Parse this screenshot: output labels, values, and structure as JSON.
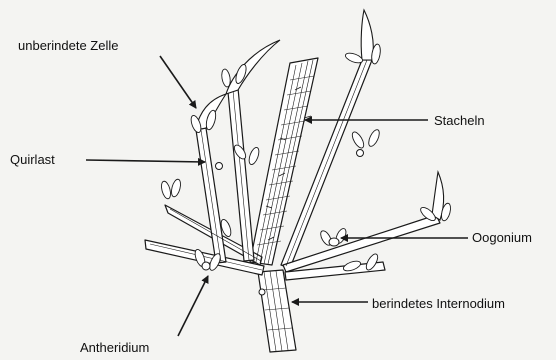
{
  "labels": {
    "unberindete_zelle": "unberindete Zelle",
    "quirlast": "Quirlast",
    "stacheln": "Stacheln",
    "oogonium": "Oogonium",
    "berindetes_internodium": "berindetes Internodium",
    "antheridium": "Antheridium"
  },
  "colors": {
    "ink": "#1a1a1a",
    "paper": "#f4f4f2",
    "fill": "#ffffff"
  }
}
